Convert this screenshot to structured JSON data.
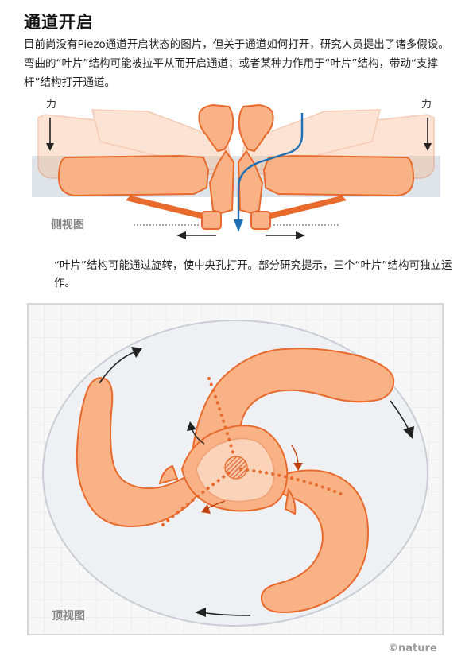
{
  "title": "通道开启",
  "intro": "目前尚没有Piezo通道开启状态的图片，但关于通道如何打开，研究人员提出了诸多假设。弯曲的“叶片”结构可能被拉平从而开启通道；或者某种力作用于“叶片”结构，带动“支撑杆”结构打开通道。",
  "side_view": {
    "force_label_left": "力",
    "force_label_right": "力",
    "view_label": "侧视图"
  },
  "caption": "“叶片”结构可能通过旋转，使中央孔打开。部分研究提示，三个“叶片”结构可独立运作。",
  "top_view": {
    "view_label": "顶视图"
  },
  "credit": "©nature",
  "colors": {
    "blade_fill": "#f8b286",
    "blade_stroke": "#e86a2c",
    "dots": "#ea6a30",
    "channel_arrow": "#1f6fb4",
    "membrane": "#dfe4ea",
    "grid": "#e6e6e6"
  }
}
